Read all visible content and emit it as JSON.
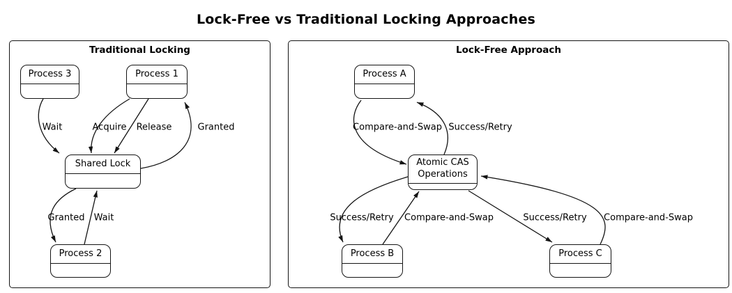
{
  "diagram_title": "Lock-Free vs Traditional Locking Approaches",
  "panels": {
    "traditional": {
      "title": "Traditional Locking",
      "nodes": {
        "process3": {
          "label": "Process 3"
        },
        "process1": {
          "label": "Process 1"
        },
        "shared_lock": {
          "label": "Shared Lock"
        },
        "process2": {
          "label": "Process 2"
        }
      },
      "edge_labels": {
        "wait_p3": "Wait",
        "acquire": "Acquire",
        "release": "Release",
        "granted_p1": "Granted",
        "granted_p2": "Granted",
        "wait_p2": "Wait"
      }
    },
    "lockfree": {
      "title": "Lock-Free Approach",
      "nodes": {
        "processA": {
          "label": "Process A"
        },
        "atomic_cas": {
          "label": "Atomic CAS\nOperations"
        },
        "processB": {
          "label": "Process B"
        },
        "processC": {
          "label": "Process C"
        }
      },
      "edge_labels": {
        "cas_a": "Compare-and-Swap",
        "sr_a": "Success/Retry",
        "sr_b": "Success/Retry",
        "cas_b": "Compare-and-Swap",
        "sr_c": "Success/Retry",
        "cas_c": "Compare-and-Swap"
      }
    }
  },
  "edges": [
    {
      "from": "Process 3",
      "to": "Shared Lock",
      "label": "Wait"
    },
    {
      "from": "Process 1",
      "to": "Shared Lock",
      "label": "Acquire"
    },
    {
      "from": "Process 1",
      "to": "Shared Lock",
      "label": "Release"
    },
    {
      "from": "Shared Lock",
      "to": "Process 1",
      "label": "Granted"
    },
    {
      "from": "Shared Lock",
      "to": "Process 2",
      "label": "Granted"
    },
    {
      "from": "Process 2",
      "to": "Shared Lock",
      "label": "Wait"
    },
    {
      "from": "Process A",
      "to": "Atomic CAS Operations",
      "label": "Compare-and-Swap"
    },
    {
      "from": "Atomic CAS Operations",
      "to": "Process A",
      "label": "Success/Retry"
    },
    {
      "from": "Atomic CAS Operations",
      "to": "Process B",
      "label": "Success/Retry"
    },
    {
      "from": "Process B",
      "to": "Atomic CAS Operations",
      "label": "Compare-and-Swap"
    },
    {
      "from": "Atomic CAS Operations",
      "to": "Process C",
      "label": "Success/Retry"
    },
    {
      "from": "Process C",
      "to": "Atomic CAS Operations",
      "label": "Compare-and-Swap"
    }
  ],
  "colors": {
    "stroke": "#141414",
    "background": "#ffffff",
    "text": "#000000"
  }
}
